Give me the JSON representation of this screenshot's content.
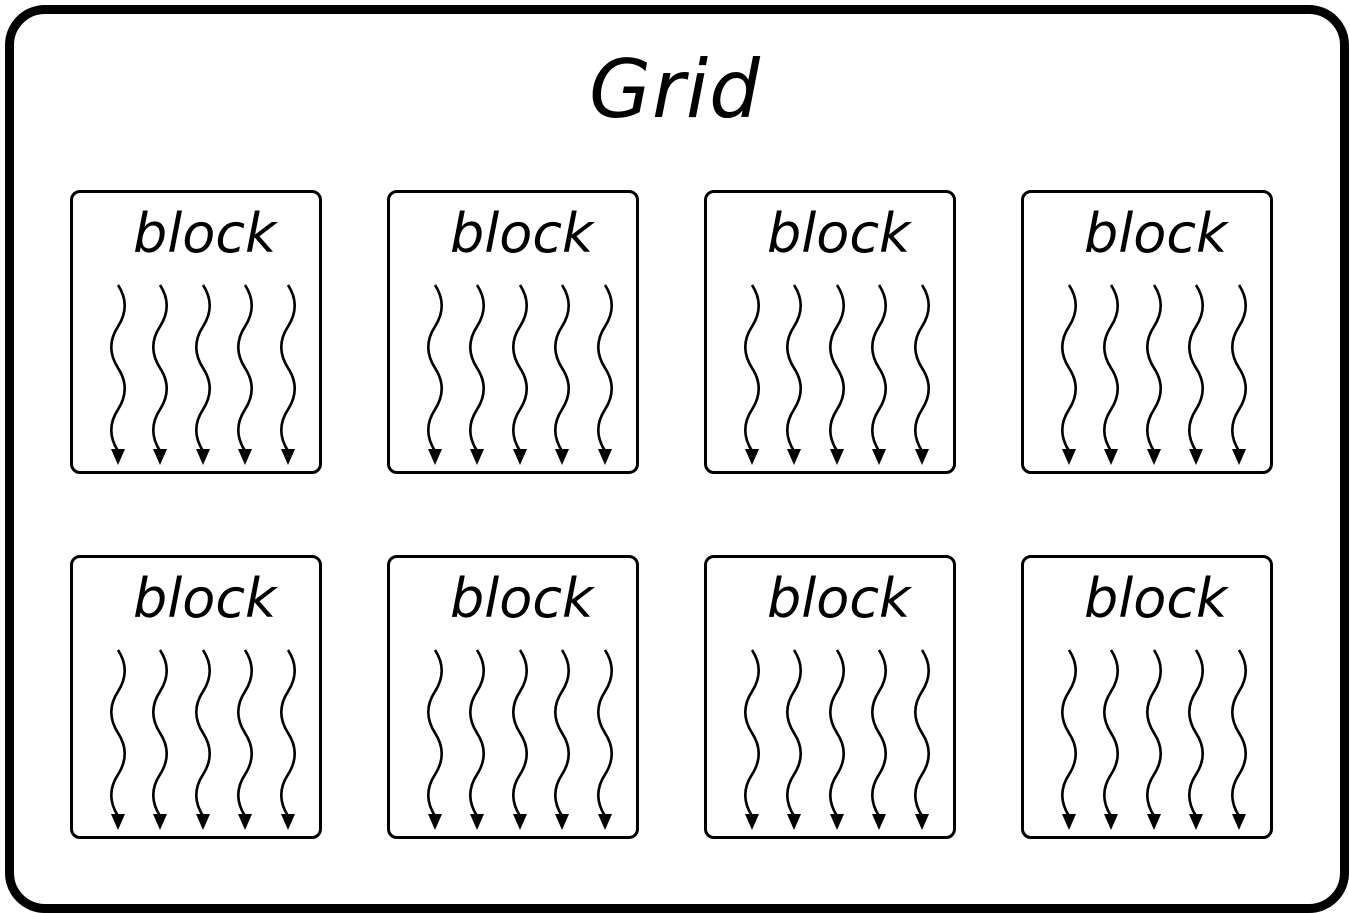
{
  "grid": {
    "title": "Grid"
  },
  "blocks": [
    {
      "label": "block"
    },
    {
      "label": "block"
    },
    {
      "label": "block"
    },
    {
      "label": "block"
    },
    {
      "label": "block"
    },
    {
      "label": "block"
    },
    {
      "label": "block"
    },
    {
      "label": "block"
    }
  ],
  "threads_per_block": 5,
  "colors": {
    "stroke": "#000000",
    "background": "#ffffff"
  }
}
